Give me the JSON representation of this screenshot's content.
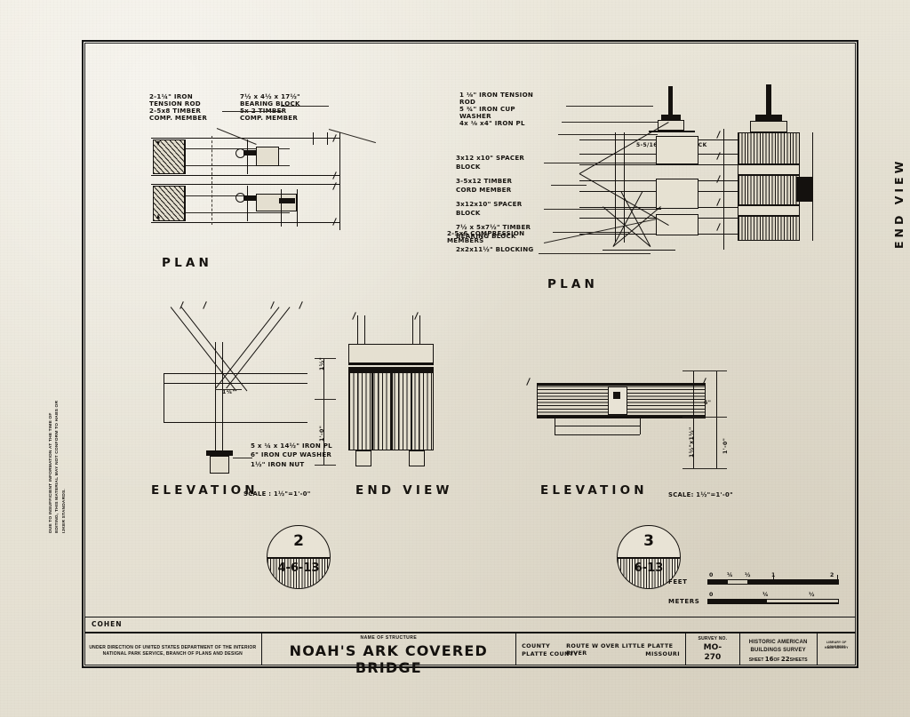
{
  "sheet": {
    "drawn_by": "COHEN",
    "disclaimer": "DUE TO INSUFFICIENT INFORMATION AT THE TIME OF EDITING, THIS MATERIAL MAY NOT CONFORM TO HABS OR IJKER STANDARDS."
  },
  "title_block": {
    "agency_line1": "UNDER DIRECTION OF UNITED STATES DEPARTMENT OF THE INTERIOR",
    "agency_line2": "NATIONAL PARK SERVICE, BRANCH OF PLANS AND DESIGN",
    "name_of_structure_label": "NAME OF STRUCTURE",
    "structure_name": "NOAH'S ARK COVERED BRIDGE",
    "county_label": "COUNTY",
    "county_value": "PLATTE COUNTY",
    "route_line1": "ROUTE W OVER LITTLE PLATTE RIVER",
    "route_line2": "MISSOURI",
    "survey_no_label": "SURVEY NO.",
    "survey_no_value_1": "MO-",
    "survey_no_value_2": "270",
    "habs_line1": "HISTORIC AMERICAN",
    "habs_line2": "BUILDINGS SURVEY",
    "sheet_prefix": "SHEET",
    "sheet_number": "16",
    "sheet_of": "OF",
    "sheet_total": "22",
    "sheet_suffix": "SHEETS",
    "loc_line1": "LIBRARY OF CONGRESS",
    "loc_line2": "HABS SURVEY"
  },
  "captions": {
    "plan_left": "PLAN",
    "plan_right": "PLAN",
    "elevation_left": "ELEVATION",
    "elevation_left_scale": "SCALE : 1½\"=1'-0\"",
    "end_view_center": "END VIEW",
    "elevation_right": "ELEVATION",
    "elevation_right_scale": "SCALE: 1½\"=1'-0\"",
    "end_view_vertical": "END VIEW"
  },
  "annotations": {
    "plan_left_group1": [
      "2-1¼\" IRON",
      "TENSION ROD",
      "2-5x8 TIMBER",
      "COMP. MEMBER"
    ],
    "plan_left_group2": [
      "7½ x 4½ x 17½\"",
      "BEARING BLOCK",
      "5x 2 TIMBER",
      "COMP. MEMBER"
    ],
    "plan_right_top": [
      "1 ⅛\" IRON TENSION",
      "ROD",
      "5 ¾\" IRON CUP",
      "WASHER",
      "4x ⅛ x4\" IRON PL"
    ],
    "plan_right_mid": [
      "3x12 x10\" SPACER",
      "BLOCK",
      "3-5x12 TIMBER",
      "CORD MEMBER",
      "3x12x10\" SPACER",
      "BLOCK",
      "7½ x 5x7½\" TIMBER",
      "BEARING BLOCK",
      "2x2x11½\" BLOCKING"
    ],
    "plan_right_bottom": [
      "2-5x6 COMPRESSION",
      "MEMBERS"
    ],
    "plan_right_inline": "5-5/16 - 2- 5½ BLOCK",
    "elevation_left_notes": [
      "5 x ¼ x 14½\" IRON PL",
      "6\" IRON CUP WASHER",
      "1½\" IRON NUT"
    ],
    "dim_left_elev_1": "1¼\"",
    "dim_left_elev_2": "1½\"",
    "dim_left_elev_3": "1'-0\"",
    "dim_right_elev_1": "6\"",
    "dim_right_elev_2": "1'-0\"",
    "dim_right_elev_3": "1½\"x1½\""
  },
  "detail_markers": [
    {
      "number": "2",
      "date": "4-6-13"
    },
    {
      "number": "3",
      "date": "6-13"
    }
  ],
  "scale_bars": [
    {
      "label": "FEET",
      "ticks": [
        "0",
        "¼",
        "½",
        "1",
        "2"
      ]
    },
    {
      "label": "METERS",
      "ticks": [
        "0",
        "¼",
        "½"
      ]
    }
  ],
  "colors": {
    "paper": "#e8e4d7",
    "ink": "#14110e"
  }
}
